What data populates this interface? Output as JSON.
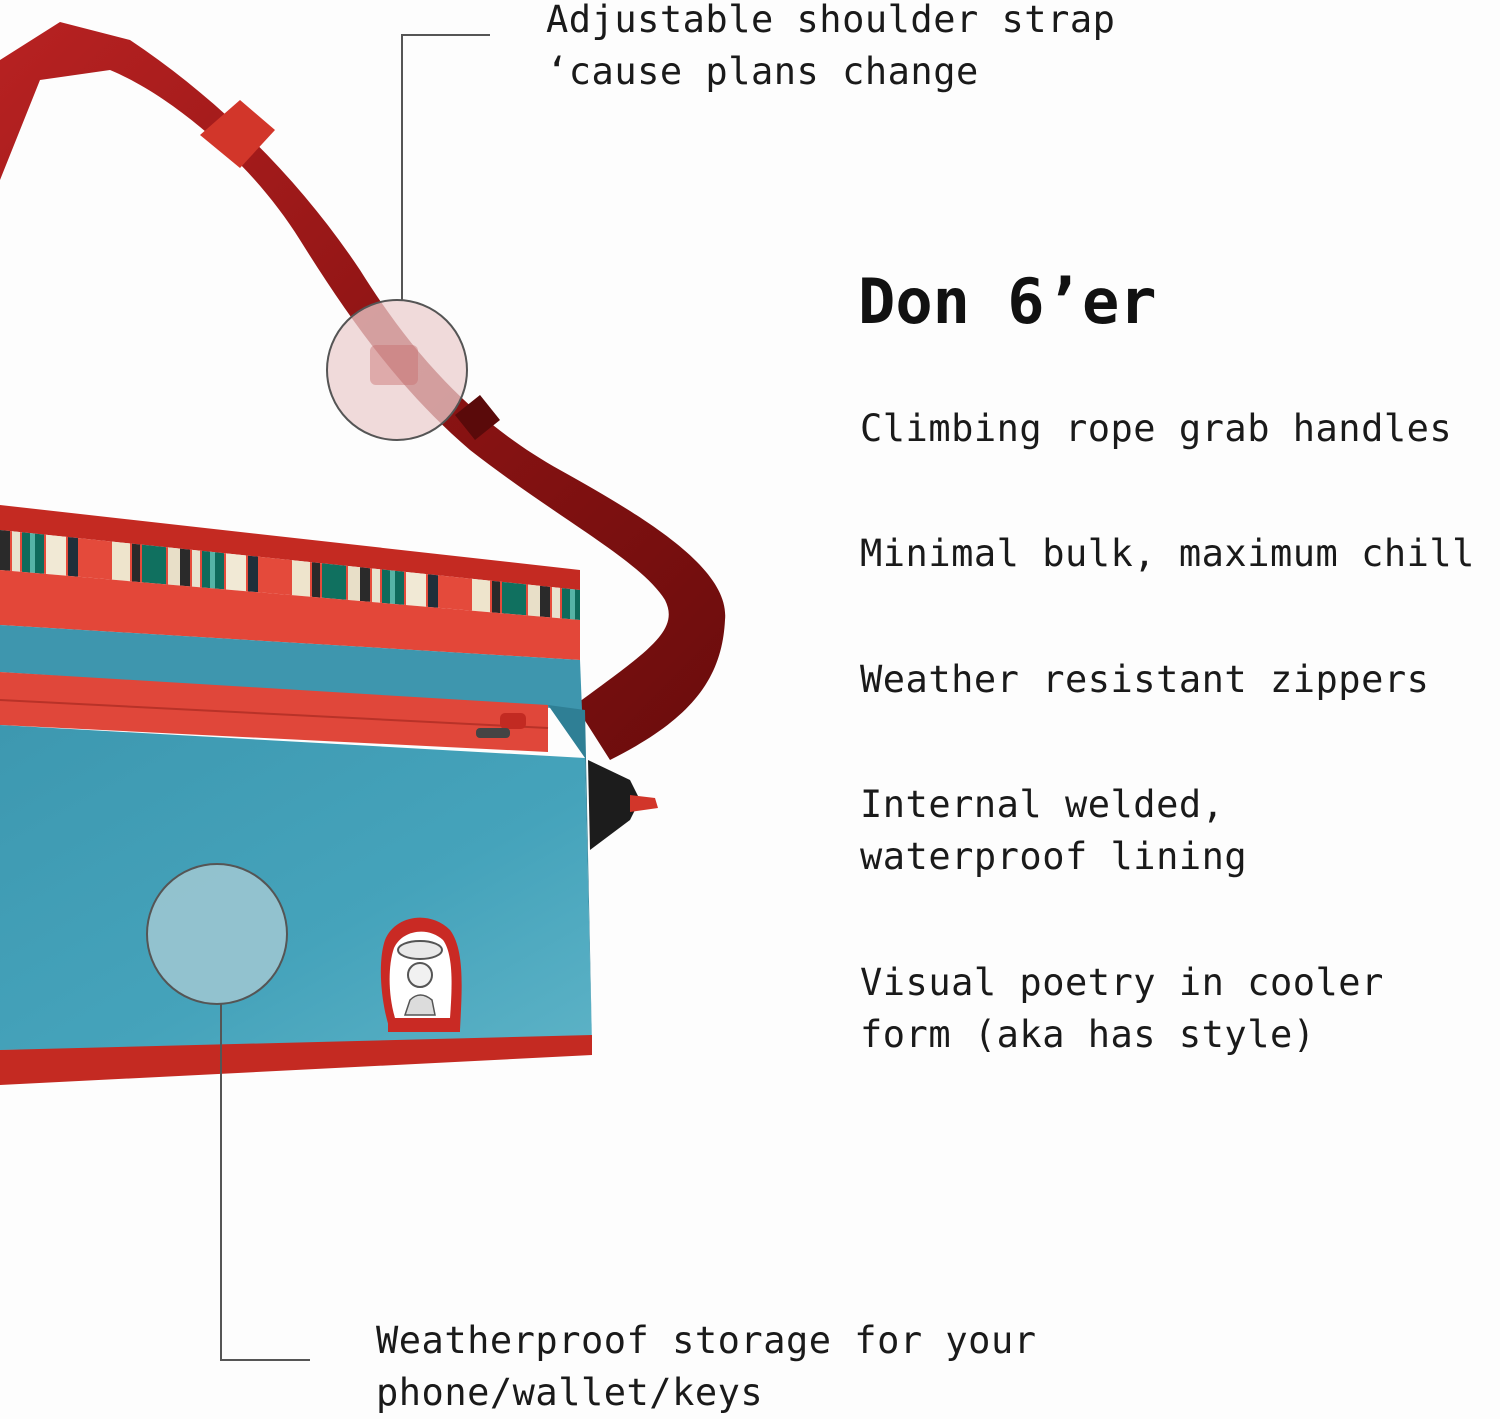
{
  "product": {
    "title": "Don 6’er"
  },
  "features": [
    {
      "lines": [
        "Climbing rope grab handles"
      ]
    },
    {
      "lines": [
        "Minimal bulk, maximum chill"
      ]
    },
    {
      "lines": [
        "Weather resistant zippers"
      ]
    },
    {
      "lines": [
        "Internal welded,",
        "waterproof lining"
      ]
    },
    {
      "lines": [
        "Visual poetry in cooler",
        "form (aka has style)"
      ]
    }
  ],
  "callouts": {
    "strap": {
      "lines": [
        "Adjustable shoulder strap",
        "‘cause plans change"
      ]
    },
    "storage": {
      "lines": [
        "Weatherproof storage for your",
        "phone/wallet/keys"
      ]
    }
  },
  "colors": {
    "strap_red": "#8e1414",
    "body_teal": "#3f9db5",
    "trim_red": "#e04a3c",
    "callout_line": "#555555"
  },
  "icons": {
    "mascot": "mascot-patch-icon",
    "zipper": "zipper-pull-icon"
  }
}
